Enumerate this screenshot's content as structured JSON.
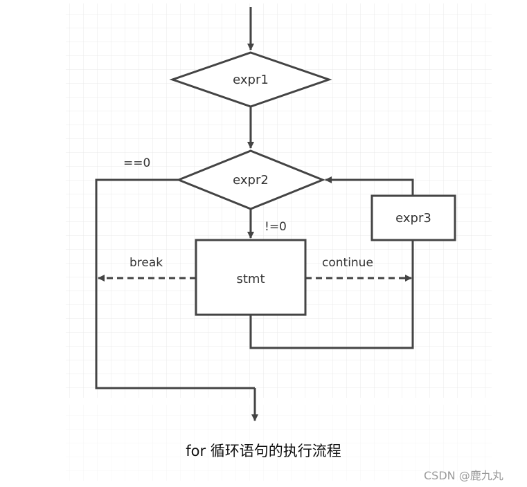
{
  "diagram": {
    "nodes": {
      "expr1": "expr1",
      "expr2": "expr2",
      "stmt": "stmt",
      "expr3": "expr3"
    },
    "labels": {
      "eq_zero": "==0",
      "ne_zero": "!=0",
      "break": "break",
      "continue": "continue"
    }
  },
  "caption": "for 循环语句的执行流程",
  "watermark": "CSDN @鹿九丸",
  "colors": {
    "line": "#444444",
    "grid": "#e8e8e8",
    "text": "#333333"
  }
}
